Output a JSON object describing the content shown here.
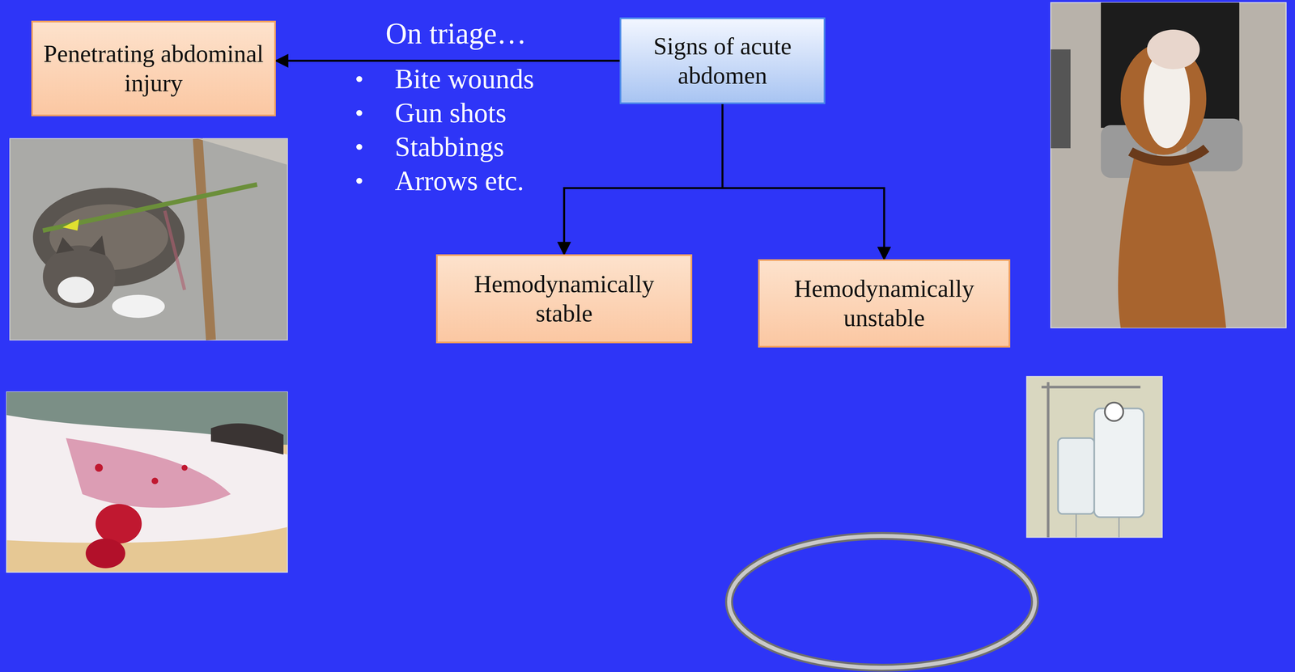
{
  "diagram": {
    "nodes": [
      {
        "text": [
          "Penetrating abdominal injury"
        ]
      },
      {
        "text": [
          "Signs of acute abdomen"
        ]
      },
      {
        "text": [
          "Hemodynamically stable"
        ]
      },
      {
        "text": [
          "Hemodynamically unstable"
        ]
      }
    ],
    "edges": [
      {
        "from": 1,
        "to": 0,
        "arrow": "to"
      },
      {
        "from": 1,
        "to": 2,
        "arrow": "to"
      },
      {
        "from": 1,
        "to": 3,
        "arrow": "to"
      }
    ],
    "labels": [
      "On triage…",
      "Bite wounds",
      "Gun shots",
      "Stabbings",
      "Arrows etc."
    ]
  }
}
